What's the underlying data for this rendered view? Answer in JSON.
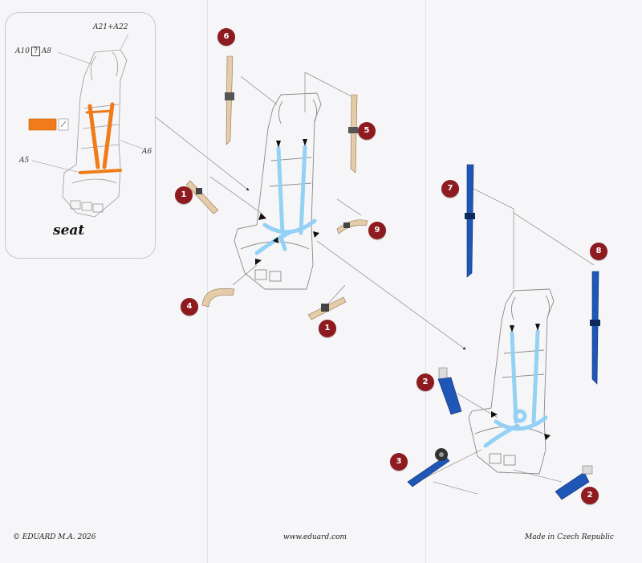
{
  "inset": {
    "title": "seat",
    "label_a21_a22": "A21+A22",
    "label_a10": "A10",
    "label_q": "?",
    "label_a8": "A8",
    "label_a5": "A5",
    "label_a6": "A6"
  },
  "callouts": {
    "c6": "6",
    "c5": "5",
    "c1a": "1",
    "c9": "9",
    "c4": "4",
    "c1b": "1",
    "c7": "7",
    "c8": "8",
    "c2a": "2",
    "c3": "3",
    "c2b": "2"
  },
  "footer": {
    "copyright": "© EDUARD  M.A. 2026",
    "website": "www.eduard.com",
    "made_in": "Made in Czech Republic"
  },
  "colors": {
    "callout": "#8e1b20",
    "pe_orange": "#f07c19",
    "belt_beige": "#e6cba8",
    "belt_blue": "#1f57b9",
    "harness_light_blue": "#8fd0f4"
  }
}
